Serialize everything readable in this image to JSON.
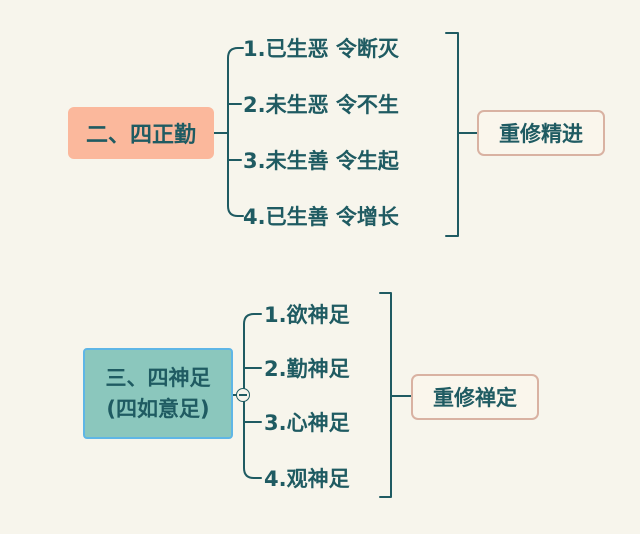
{
  "groups": [
    {
      "title": "二、四正勤",
      "items": [
        "1.已生恶 令断灭",
        "2.未生恶 令不生",
        "3.未生善 令生起",
        "4.已生善 令增长"
      ],
      "summary": "重修精进"
    },
    {
      "title_lines": [
        "三、四神足",
        "(四如意足)"
      ],
      "items": [
        "1.欲神足",
        "2.勤神足",
        "3.心神足",
        "4.观神足"
      ],
      "summary": "重修禅定"
    }
  ],
  "colors": {
    "background": "#f7f5ec",
    "line": "#1f5b62",
    "text": "#1f5b62",
    "root1_fill": "#fbb89c",
    "root2_fill": "#8bc7bd",
    "root2_border": "#5fb6e6",
    "tag_border": "#d9b2a2"
  },
  "icons": {
    "collapse": "minus-circle-icon"
  }
}
